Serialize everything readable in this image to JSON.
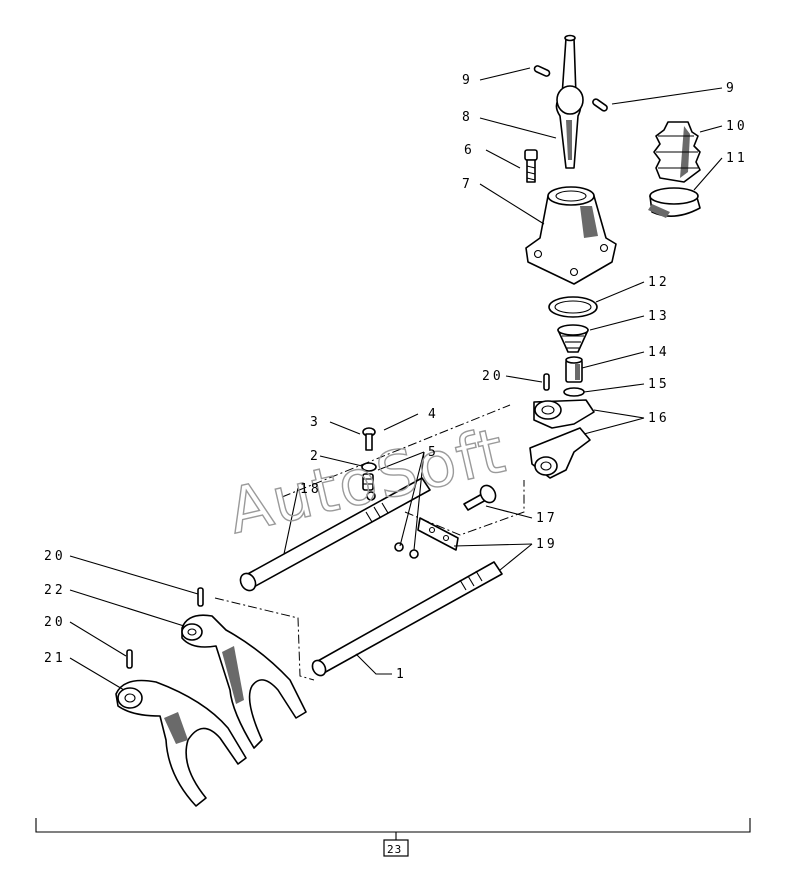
{
  "watermark": "AutoSoft",
  "callouts": {
    "c1": "1",
    "c2": "2",
    "c3": "3",
    "c4": "4",
    "c5": "5",
    "c6": "6",
    "c7": "7",
    "c8": "8",
    "c9a": "9",
    "c9b": "9",
    "c10": "10",
    "c11": "11",
    "c12": "12",
    "c13": "13",
    "c14": "14",
    "c15": "15",
    "c16": "16",
    "c17": "17",
    "c18": "18",
    "c19": "19",
    "c20a": "20",
    "c20b": "20",
    "c20c": "20",
    "c21": "21",
    "c22": "22"
  },
  "assembly_number": "23"
}
